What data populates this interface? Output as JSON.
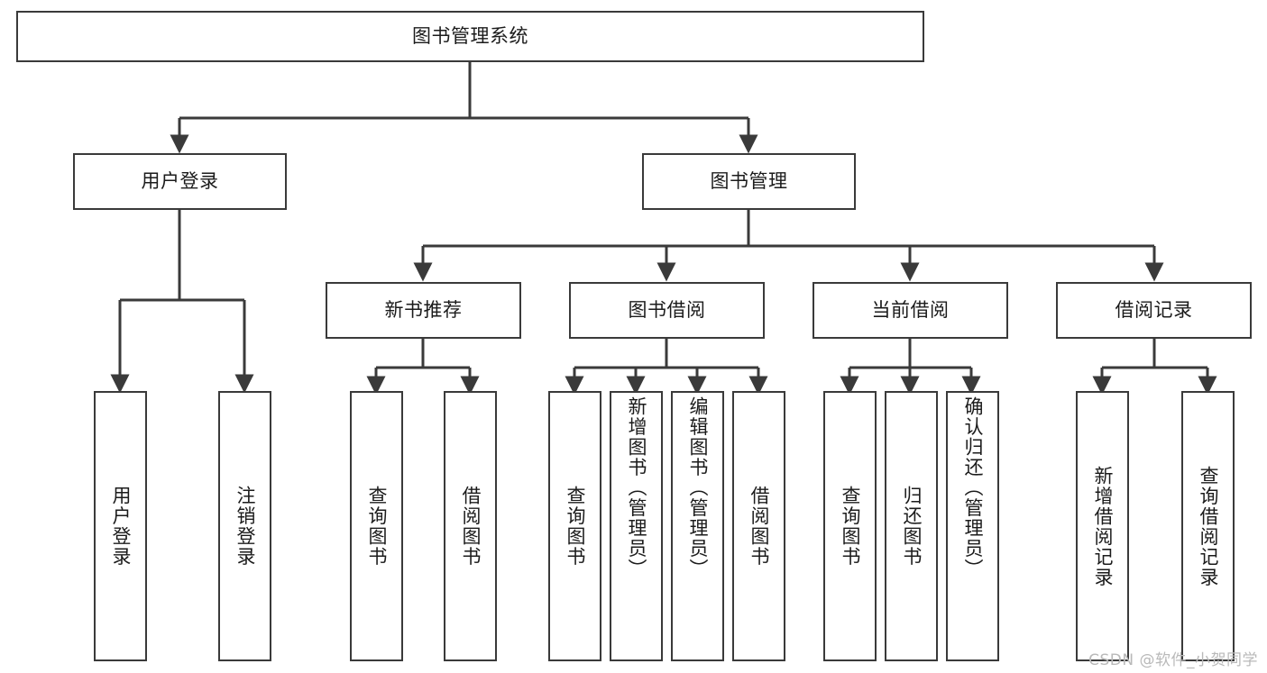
{
  "diagram": {
    "title_node": {
      "label": "图书管理系统"
    },
    "level2": [
      {
        "id": "user-login",
        "label": "用户登录"
      },
      {
        "id": "book-management",
        "label": "图书管理"
      }
    ],
    "level3": [
      {
        "id": "new-book-recommend",
        "label": "新书推荐"
      },
      {
        "id": "book-borrow",
        "label": "图书借阅"
      },
      {
        "id": "current-borrow",
        "label": "当前借阅"
      },
      {
        "id": "borrow-record",
        "label": "借阅记录"
      }
    ],
    "leaves": {
      "user_login": [
        {
          "id": "leaf-user-login",
          "label": "用户登录"
        },
        {
          "id": "leaf-logout-login",
          "label": "注销登录"
        }
      ],
      "new_book_recommend": [
        {
          "id": "leaf-query-book-1",
          "label": "查询图书"
        },
        {
          "id": "leaf-borrow-book-1",
          "label": "借阅图书"
        }
      ],
      "book_borrow": [
        {
          "id": "leaf-query-book-2",
          "label": "查询图书"
        },
        {
          "id": "leaf-add-book",
          "label": "新增图书（管理员）"
        },
        {
          "id": "leaf-edit-book",
          "label": "编辑图书（管理员）"
        },
        {
          "id": "leaf-borrow-book-2",
          "label": "借阅图书"
        }
      ],
      "current_borrow": [
        {
          "id": "leaf-query-book-3",
          "label": "查询图书"
        },
        {
          "id": "leaf-return-book",
          "label": "归还图书"
        },
        {
          "id": "leaf-confirm-return",
          "label": "确认归还（管理员）"
        }
      ],
      "borrow_record": [
        {
          "id": "leaf-add-record",
          "label": "新增借阅记录"
        },
        {
          "id": "leaf-query-record",
          "label": "查询借阅记录"
        }
      ]
    }
  },
  "watermark": {
    "text": "CSDN @软件_小贺同学"
  },
  "colors": {
    "border": "#3a3a3a",
    "connector": "#3a3a3a",
    "text": "#1b1b1b",
    "background": "#ffffff",
    "watermark": "#b9b9b9"
  }
}
